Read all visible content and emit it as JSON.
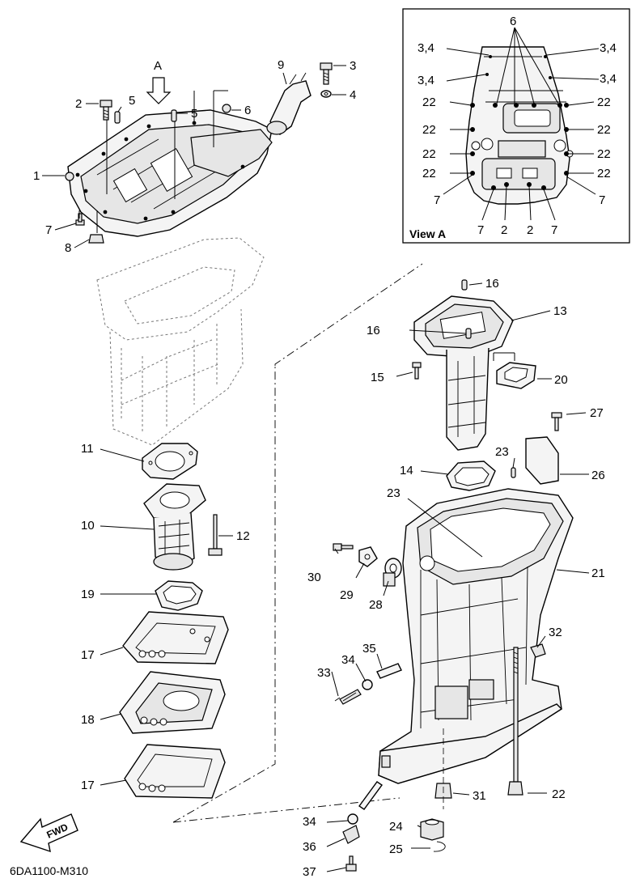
{
  "view_a": {
    "title": "View A"
  },
  "arrow_a_label": "A",
  "fwd_label": "FWD",
  "diagram_code": "6DA1100-M310",
  "callouts": {
    "c1": "1",
    "c2": "2",
    "c3": "3",
    "c4": "4",
    "c5a": "5",
    "c5b": "5",
    "c6": "6",
    "c7": "7",
    "c8": "8",
    "c9": "9",
    "c10": "10",
    "c11": "11",
    "c12": "12",
    "c13": "13",
    "c14": "14",
    "c15": "15",
    "c16a": "16",
    "c16b": "16",
    "c17a": "17",
    "c17b": "17",
    "c18": "18",
    "c19": "19",
    "c20": "20",
    "c21": "21",
    "c22": "22",
    "c23a": "23",
    "c23b": "23",
    "c24": "24",
    "c25": "25",
    "c26": "26",
    "c27": "27",
    "c28": "28",
    "c29": "29",
    "c30": "30",
    "c31": "31",
    "c32": "32",
    "c33": "33",
    "c34a": "34",
    "c34b": "34",
    "c35": "35",
    "c36": "36",
    "c37": "37"
  },
  "view_a_callouts": {
    "v6": "6",
    "v34_tl": "3,4",
    "v34_tr": "3,4",
    "v34_ml": "3,4",
    "v34_mr": "3,4",
    "v22_l1": "22",
    "v22_r1": "22",
    "v22_l2": "22",
    "v22_r2": "22",
    "v22_l3": "22",
    "v22_r3": "22",
    "v22_l4": "22",
    "v22_r4": "22",
    "v7_l": "7",
    "v7_r": "7",
    "v7_b1": "7",
    "v2_b1": "2",
    "v2_b2": "2",
    "v7_b2": "7"
  }
}
